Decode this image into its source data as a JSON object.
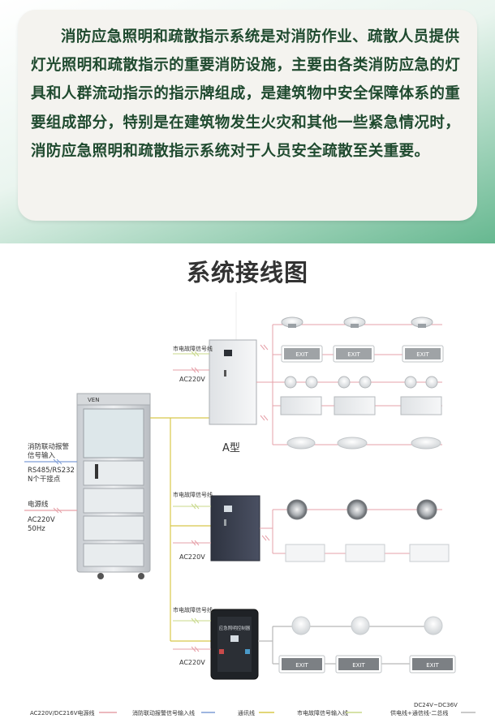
{
  "intro": {
    "text": "消防应急照明和疏散指示系统是对消防作业、疏散人员提供灯光照明和疏散指示的重要消防设施，主要由各类消防应急的灯具和人群流动指示的指示牌组成，是建筑物中安全保障体系的重要组成部分，特别是在建筑物发生火灾和其他一些紧急情况时，消防应急照明和疏散指示系统对于人员安全疏散至关重要。"
  },
  "diagram": {
    "title": "系统接线图",
    "cabinet_brand": "VEN",
    "left_labels": {
      "fire_alarm_1": "消防联动报警",
      "fire_alarm_2": "信号输入",
      "rs485": "RS485/RS232",
      "dry_contacts": "N个干接点",
      "power_line": "电源线",
      "ac_input": "AC220V",
      "freq": "50Hz"
    },
    "type_a_label": "A型",
    "signal_labels": {
      "top": "市电故障信号线",
      "mid": "市电故障信号线",
      "bottom": "市电故障信号线"
    },
    "ac_labels": {
      "top": "AC220V",
      "mid": "AC220V",
      "bottom": "AC220V"
    },
    "exit_sign_text": "EXIT",
    "bottom_panel_title": "应急照明控制器",
    "legend": {
      "power": "AC220V/DC216V电源线",
      "fire_signal": "消防联动报警信号输入线",
      "comm": "通讯线",
      "fault_signal": "市电故障信号输入线",
      "supply_top": "DC24V~DC36V",
      "supply_bottom": "供电线+通信线-二总线"
    },
    "colors": {
      "power": "#e6a0a8",
      "fire_signal": "#7f9ed6",
      "comm": "#d8c84a",
      "fault_signal": "#c8d88a",
      "supply": "#b8b8b8"
    }
  }
}
